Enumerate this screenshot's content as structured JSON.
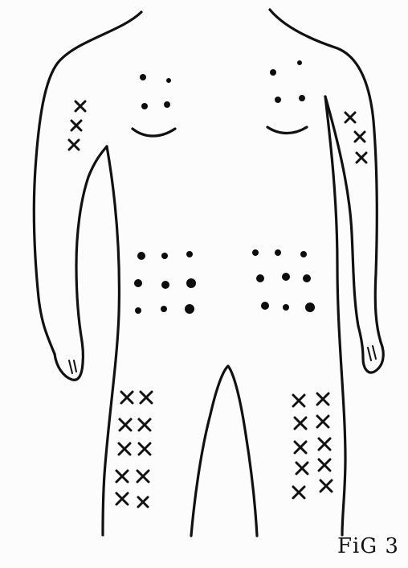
{
  "figure": {
    "label": "FiG 3",
    "ink_color": "#111111",
    "paper_color": "#fcfcfc"
  },
  "legend_symbols": {
    "dot": "dot-mark",
    "cross": "x-mark"
  }
}
